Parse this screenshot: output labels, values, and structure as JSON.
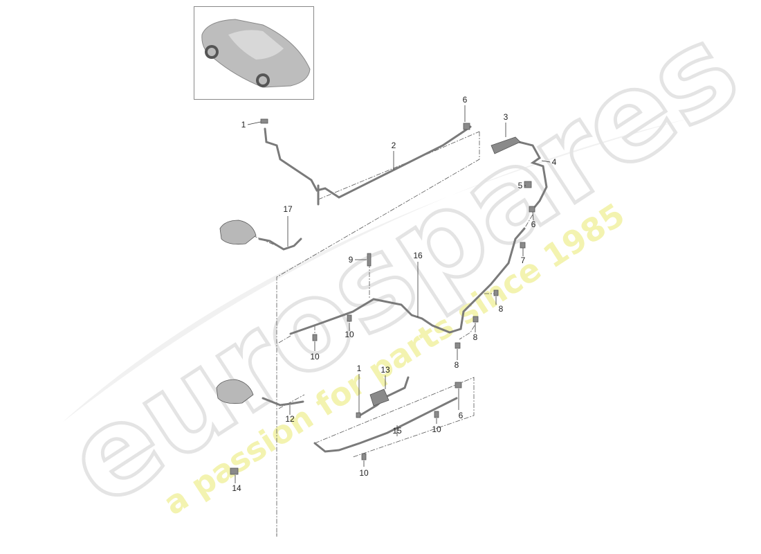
{
  "watermark": {
    "brand": "eurospares",
    "slogan": "a passion for parts since 1985",
    "brand_color": "#e8e8e8",
    "slogan_color": "#f2f2a8"
  },
  "thumbnail": {
    "alt": "car-overview"
  },
  "callouts": [
    "1",
    "2",
    "6",
    "3",
    "4",
    "5",
    "6",
    "7",
    "17",
    "9",
    "16",
    "8",
    "10",
    "10",
    "8",
    "8",
    "1",
    "13",
    "6",
    "10",
    "12",
    "15",
    "10",
    "14"
  ],
  "colors": {
    "line": "#555555",
    "part": "#8a8a8a",
    "text": "#222222"
  }
}
